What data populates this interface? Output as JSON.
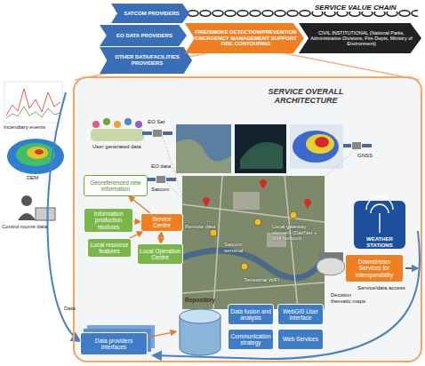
{
  "diagram": {
    "title": "SERVICE VALUE CHAIN",
    "nodes": [
      {
        "text": [
          "SATCOM PROVIDERS"
        ]
      },
      {
        "text": [
          "EO DATA PROVIDERS"
        ]
      },
      {
        "text": [
          "OTHER DATA/FACILITIES PROVIDERS"
        ]
      },
      {
        "text": [
          "FIRE/SMOKE DETECTION/PREVENTION EMERGENCY MANAGEMENT SUPPORT FIRE CONTOURING"
        ]
      },
      {
        "text": [
          "CIVIL INSTITUTIONAL (National Parks, Administrative Divisions, Fire Depts, Ministry of Environment)"
        ]
      },
      {
        "text": [
          "SERVICE OVERALL ARCHITECTURE"
        ]
      },
      {
        "text": [
          "Georeferenced new information"
        ],
        "in": 5
      },
      {
        "text": [
          "Information production modules"
        ],
        "in": 5
      },
      {
        "text": [
          "Service Centre"
        ],
        "in": 5
      },
      {
        "text": [
          "Local resource features"
        ],
        "in": 5
      },
      {
        "text": [
          "Local Operation Centre"
        ],
        "in": 5
      },
      {
        "text": [
          "Downstream Services for interoperability"
        ],
        "in": 5
      },
      {
        "text": [
          "Data providers interfaces"
        ],
        "in": 5
      },
      {
        "text": [
          "Repository"
        ],
        "in": 5
      },
      {
        "text": [
          "Data fusion and analysis"
        ],
        "in": 5
      },
      {
        "text": [
          "WebGIS User interface"
        ],
        "in": 5
      },
      {
        "text": [
          "Communication strategy"
        ],
        "in": 5
      },
      {
        "text": [
          "Web Services"
        ],
        "in": 5
      }
    ],
    "edges": [
      {
        "from": 7,
        "to": 8,
        "arrow": "to"
      },
      {
        "from": 9,
        "to": 8,
        "arrow": "to"
      },
      {
        "from": 10,
        "to": 8,
        "arrow": "both"
      },
      {
        "from": 8,
        "to": 6,
        "arrow": "to"
      },
      {
        "from": 12,
        "to": 13,
        "arrow": "to"
      }
    ],
    "labels": [
      "Incendiary events",
      "DEM",
      "Control rooms data",
      "EO Sat",
      "EO data",
      "Satcom",
      "GNSS",
      "User generated data",
      "Remote data",
      "Local gateway element (Dat/Net + Wifi hotspot)",
      "Satcom terminal",
      "Terrestrial WiFi",
      "WEATHER STATIONS",
      "Service/data access",
      "Decision thematic maps",
      "Data"
    ]
  }
}
